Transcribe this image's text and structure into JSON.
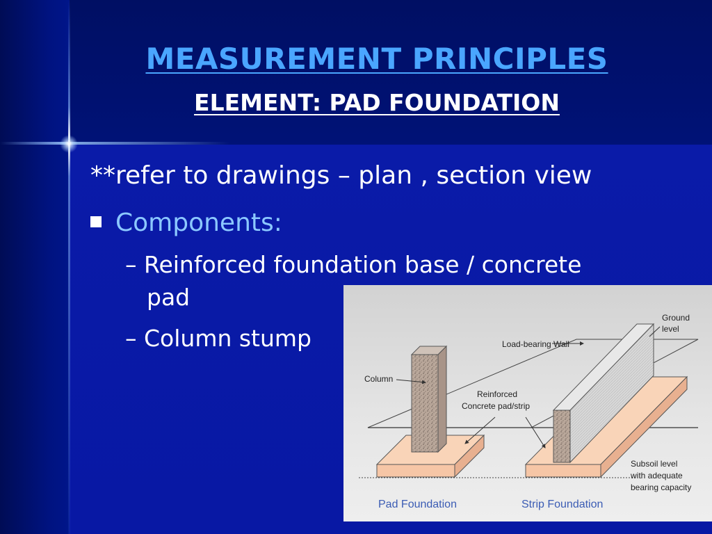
{
  "slide": {
    "title": "MEASUREMENT PRINCIPLES",
    "subtitle": "ELEMENT: PAD FOUNDATION",
    "line1": "**refer to drawings – plan , section view",
    "bullet": "Components:",
    "sub_items": [
      {
        "dash": "–",
        "text": "Reinforced foundation base / concrete",
        "continuation": "pad"
      },
      {
        "dash": "–",
        "text": "Column stump"
      }
    ]
  },
  "figure": {
    "labels": {
      "ground_level": [
        "Ground",
        "level"
      ],
      "load_bearing_wall": "Load-bearing Wall",
      "column": "Column",
      "reinforced_pad": [
        "Reinforced",
        "Concrete pad/strip"
      ],
      "subsoil_level": [
        "Subsoil level",
        "with adequate",
        "bearing capacity"
      ],
      "pad_foundation": "Pad Foundation",
      "strip_foundation": "Strip Foundation"
    },
    "colors": {
      "concrete": "#f6c6a6",
      "column": "#b9a79a",
      "wall": "#c8c8c8",
      "caption": "#3b5cb4"
    }
  }
}
